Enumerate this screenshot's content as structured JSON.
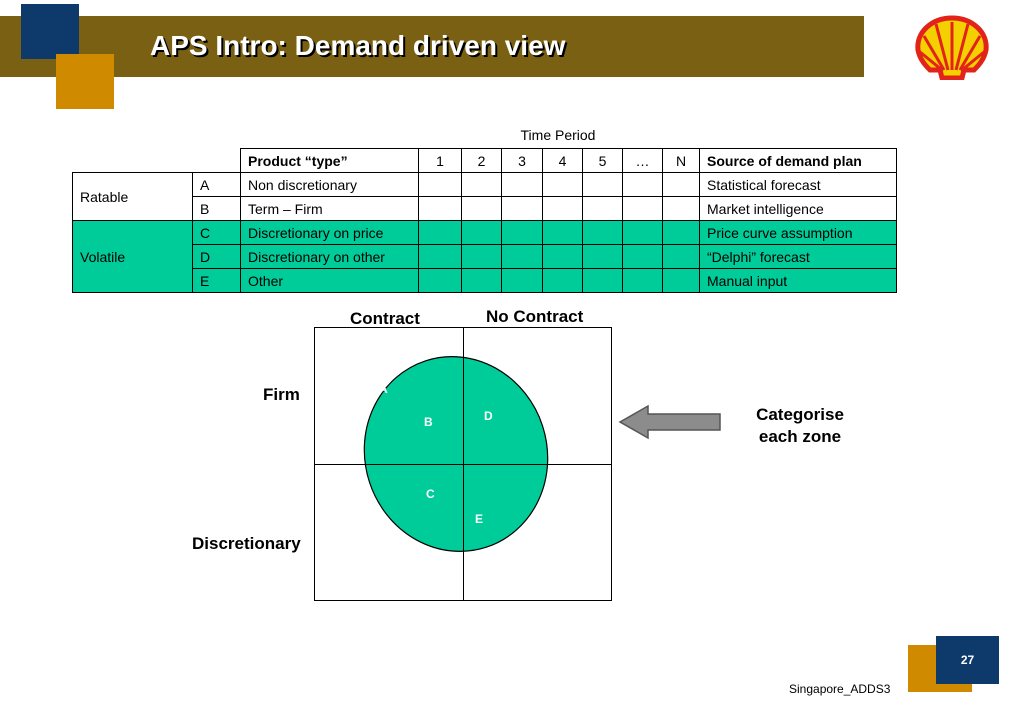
{
  "slide": {
    "title": "APS Intro: Demand driven view",
    "page_number": "27",
    "footer": "Singapore_ADDS3"
  },
  "table": {
    "caption": "Time Period",
    "headers": {
      "product_type": "Product “type”",
      "periods": [
        "1",
        "2",
        "3",
        "4",
        "5",
        "…",
        "N"
      ],
      "source": "Source of demand plan"
    },
    "groups": [
      {
        "name": "Ratable",
        "color": "#ffffff"
      },
      {
        "name": "Volatile",
        "color": "#00cc99"
      }
    ],
    "rows": [
      {
        "code": "A",
        "product": "Non discretionary",
        "source": "Statistical forecast"
      },
      {
        "code": "B",
        "product": "Term – Firm",
        "source": "Market intelligence"
      },
      {
        "code": "C",
        "product": "Discretionary on price",
        "source": "Price curve assumption"
      },
      {
        "code": "D",
        "product": "Discretionary on other",
        "source": "“Delphi” forecast"
      },
      {
        "code": "E",
        "product": "Other",
        "source": "Manual input"
      }
    ]
  },
  "diagram": {
    "col_headers": [
      "Contract",
      "No Contract"
    ],
    "row_headers": [
      "Firm",
      "Discretionary"
    ],
    "zones": [
      "A",
      "B",
      "C",
      "D",
      "E"
    ],
    "callout": [
      "Categorise",
      "each zone"
    ],
    "ellipse_color": "#00cc99"
  },
  "icons": [
    "shell-logo-icon",
    "left-arrow-icon"
  ],
  "colors": {
    "title_band": "#7a6012",
    "accent_blue": "#0d3a6b",
    "accent_gold": "#d08a00",
    "highlight_green": "#00cc99"
  }
}
